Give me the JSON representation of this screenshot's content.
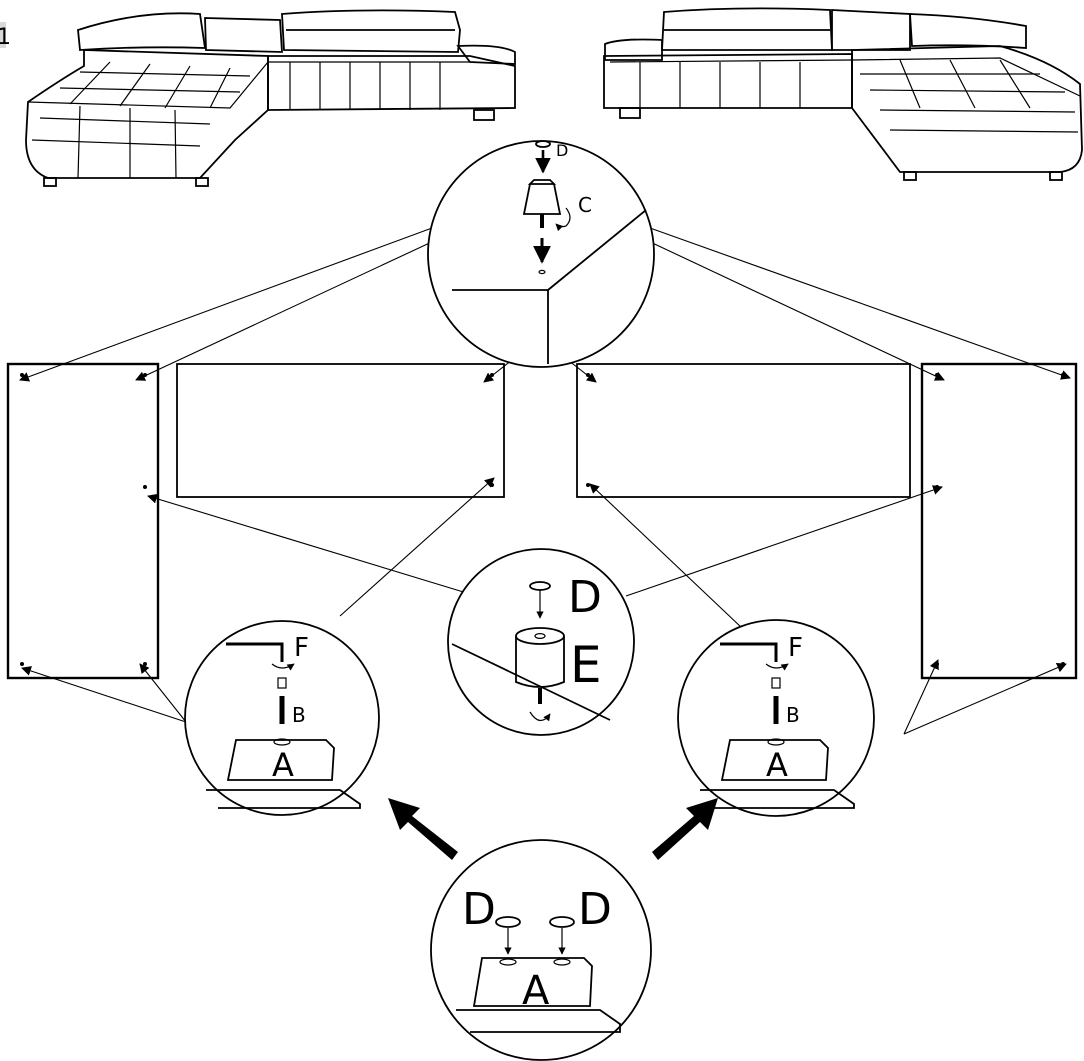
{
  "page": {
    "step_number": "1"
  },
  "labels": {
    "top_cap": "D",
    "top_leg": "C",
    "middle_cap": "D",
    "middle_cylinder": "E",
    "left_wrench": "F",
    "left_bolt": "B",
    "left_block": "A",
    "right_wrench": "F",
    "right_bolt": "B",
    "right_block": "A",
    "bottom_cap_left": "D",
    "bottom_cap_right": "D",
    "bottom_block": "A"
  },
  "colors": {
    "ink": "#000000",
    "paper": "#ffffff",
    "step_badge": "#d9d9d9"
  },
  "icons": {
    "rotate": "rotate-arrow-icon",
    "down_arrow": "down-arrow-icon",
    "pointer_arrow": "pointer-arrow-icon"
  }
}
